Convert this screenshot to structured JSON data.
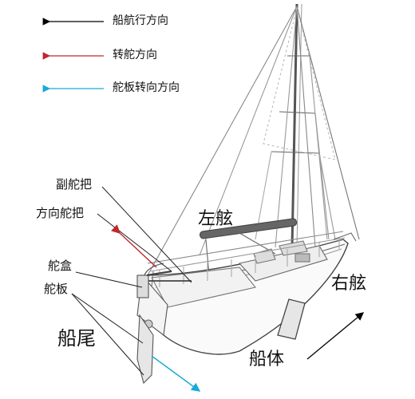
{
  "legend": {
    "items": [
      {
        "label": "船航行方向",
        "color": "#000000",
        "icon": "arrow-left-icon"
      },
      {
        "label": "转舵方向",
        "color": "#c0272d",
        "icon": "arrow-left-icon"
      },
      {
        "label": "舵板转向方向",
        "color": "#1aa9d8",
        "icon": "arrow-left-icon"
      }
    ]
  },
  "callouts": {
    "aux_tiller": "副舵把",
    "tiller": "方向舵把",
    "rudder_box": "舵盒",
    "rudder_blade": "舵板",
    "stern": "船尾",
    "port": "左舷",
    "starboard": "右舷",
    "hull": "船体"
  },
  "colors": {
    "sailing_direction": "#000000",
    "turn_direction": "#c0272d",
    "rudder_direction": "#1aa9d8",
    "outline": "#555555"
  }
}
